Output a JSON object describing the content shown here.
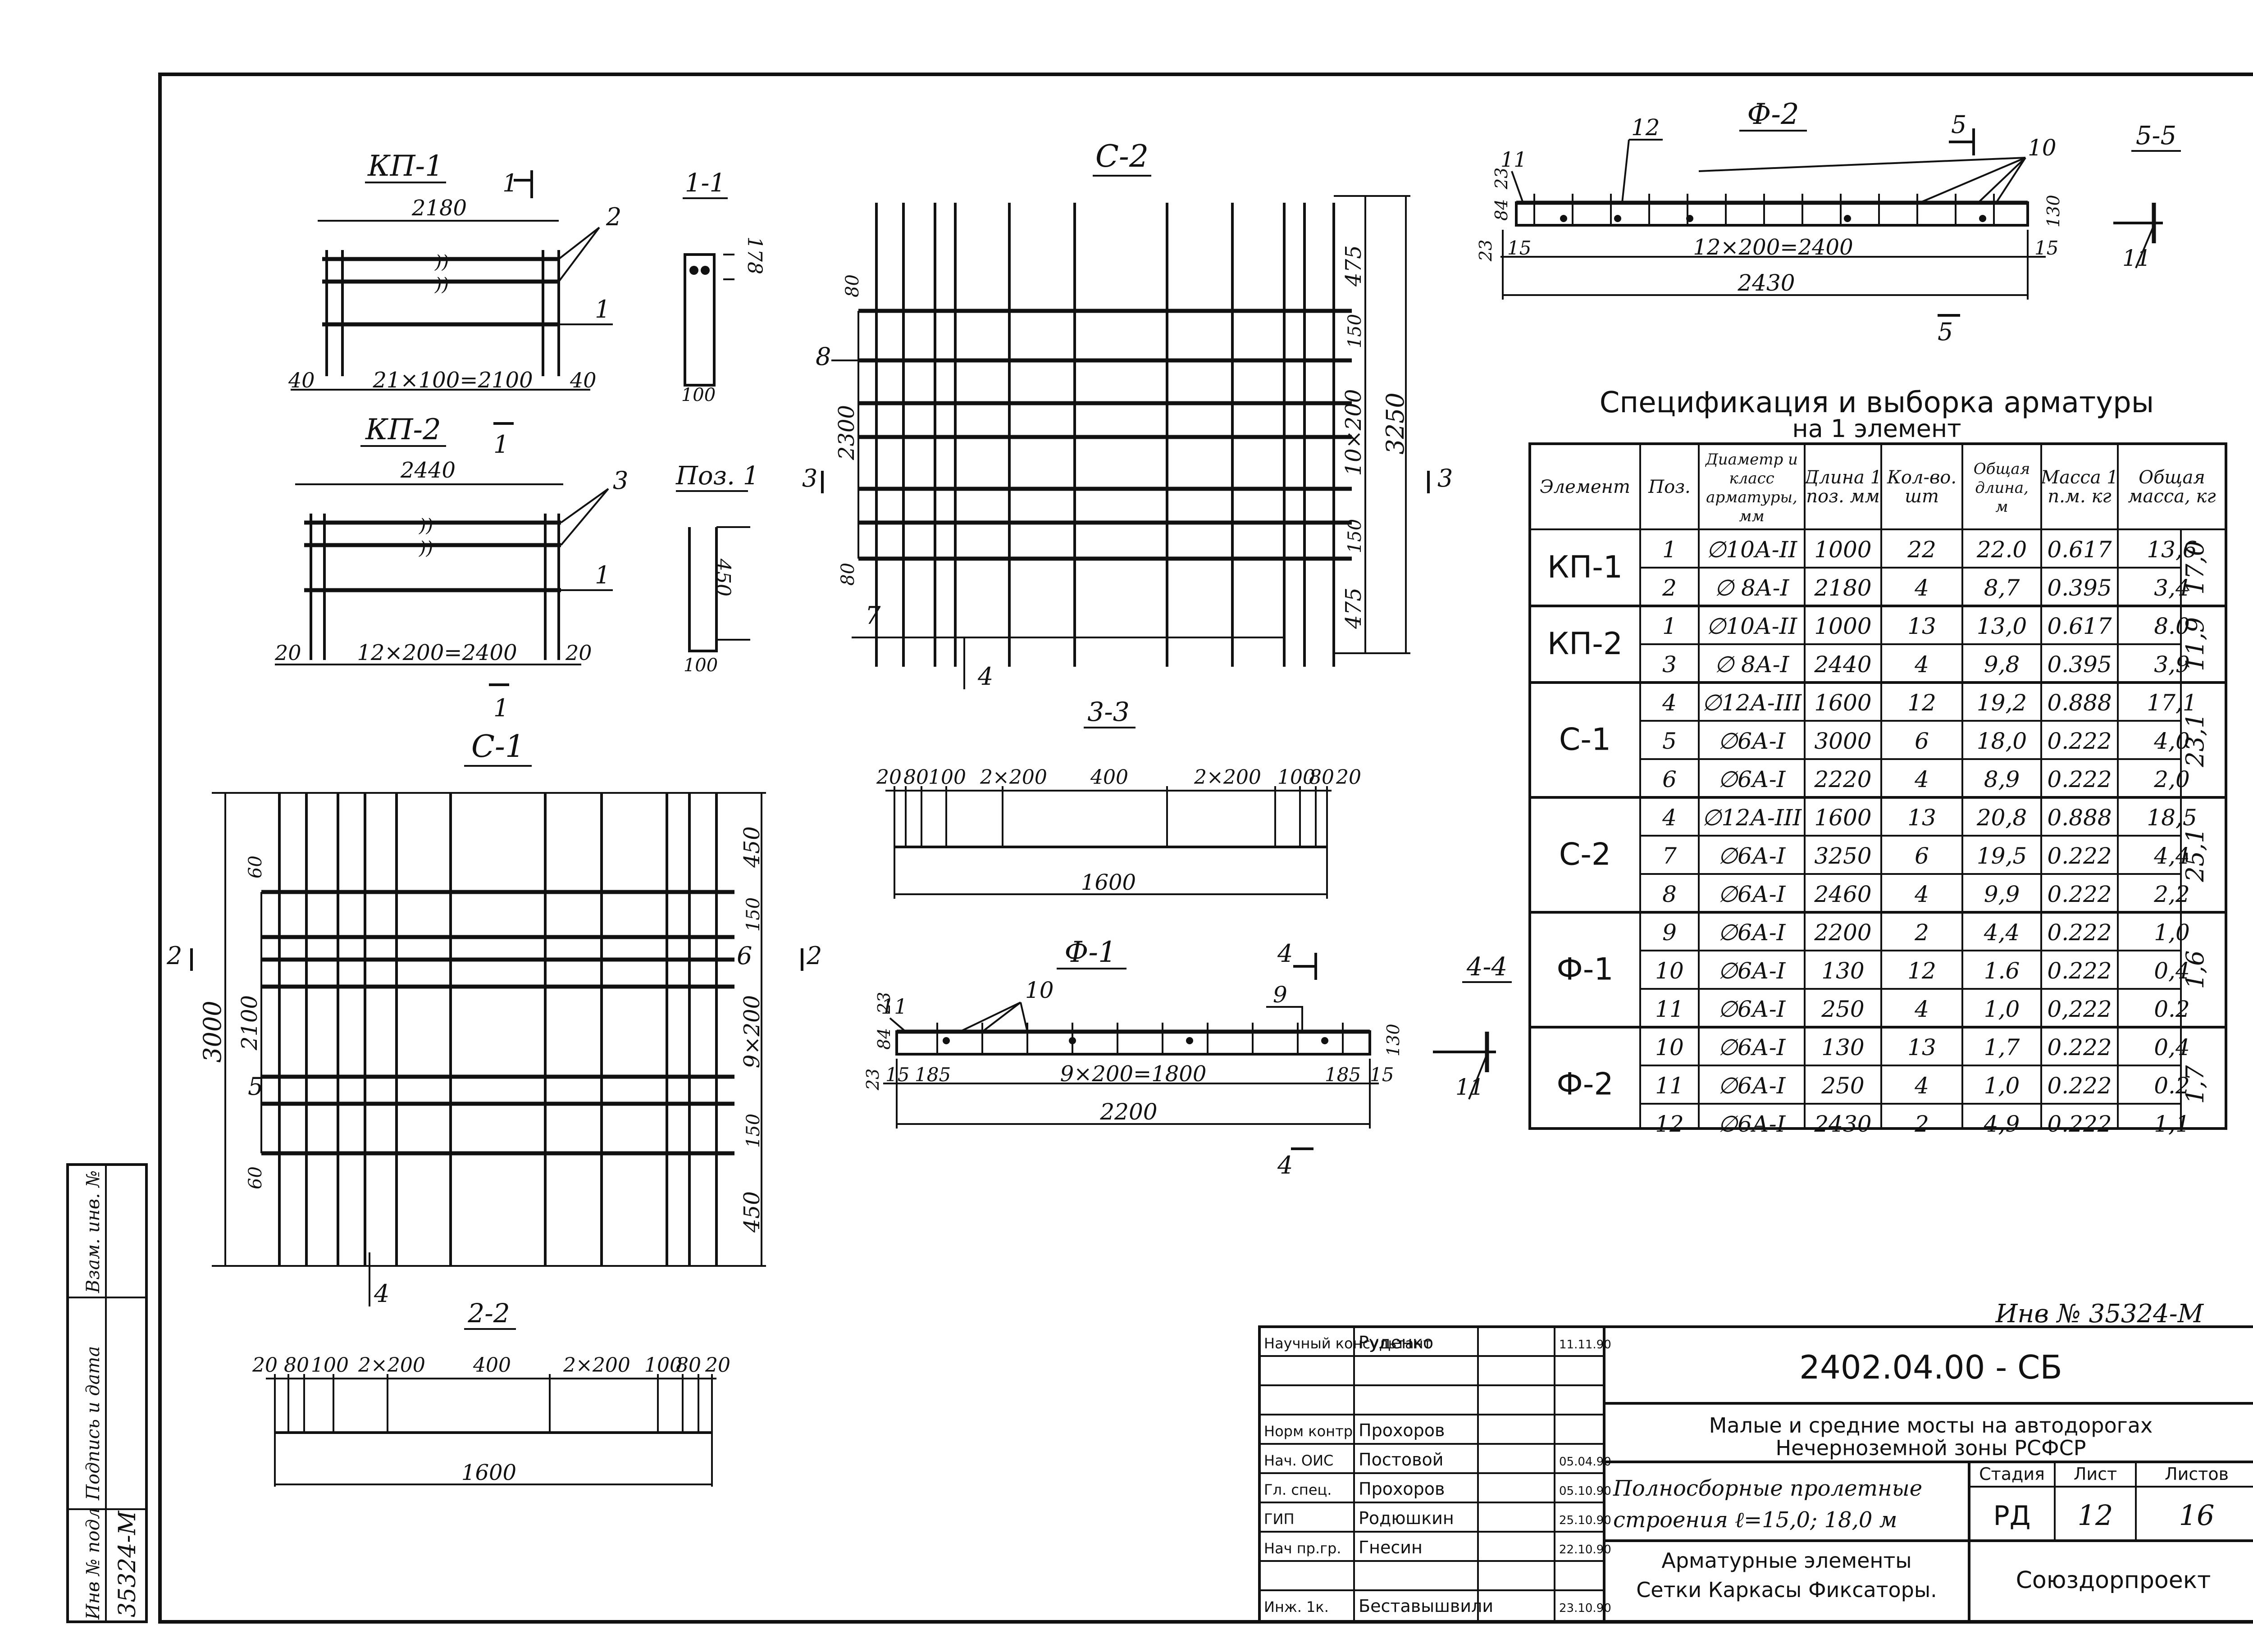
{
  "views": {
    "kp1": {
      "title": "КП-1",
      "section_mark": "1",
      "dim_total": "2180",
      "dim_pitch": "21×100=2100",
      "dim_edge_left": "40",
      "dim_edge_right": "40",
      "pos_bars": "2",
      "pos_rod": "1"
    },
    "sec11": {
      "title": "1-1",
      "dim_h": "178",
      "dim_w": "100"
    },
    "kp2": {
      "title": "КП-2",
      "section_mark": "1",
      "dim_total": "2440",
      "dim_pitch": "12×200=2400",
      "dim_edge_left": "20",
      "dim_edge_right": "20",
      "pos_bars": "3",
      "pos_rod": "1"
    },
    "pos1": {
      "title": "Поз. 1",
      "dim_h": "450",
      "dim_w": "100"
    },
    "c2": {
      "title": "С-2",
      "dim_top": "475",
      "dim_150a": "150",
      "dim_mid": "10×200",
      "dim_150b": "150",
      "dim_bottom": "475",
      "dim_total": "3250",
      "dim_2300": "2300",
      "dim_80a": "80",
      "dim_80b": "80",
      "pos_8": "8",
      "pos_7": "7",
      "pos_4": "4",
      "sec3": "3"
    },
    "c1": {
      "title": "С-1",
      "dim_top": "450",
      "dim_150a": "150",
      "dim_mid": "9×200",
      "dim_150b": "150",
      "dim_bottom": "450",
      "dim_total": "3000",
      "dim_2100": "2100",
      "dim_60a": "60",
      "dim_60b": "60",
      "pos_5": "5",
      "pos_6": "6",
      "pos_4": "4",
      "sec2": "2"
    },
    "s33": {
      "title": "3-3",
      "dims": [
        "20",
        "80",
        "100",
        "2×200",
        "400",
        "2×200",
        "100",
        "80",
        "20"
      ],
      "dim_total": "1600"
    },
    "s22": {
      "title": "2-2",
      "dims": [
        "20",
        "80",
        "100",
        "2×200",
        "400",
        "2×200",
        "100",
        "80",
        "20"
      ],
      "dim_total": "1600"
    },
    "f1": {
      "title": "Ф-1",
      "sec4": "4",
      "pos_11": "11",
      "pos_10": "10",
      "pos_9": "9",
      "dim_84": "84",
      "dim_23a": "23",
      "dim_23b": "23",
      "dim_15a": "15",
      "dim_15b": "15",
      "dim_185a": "185",
      "dim_185b": "185",
      "dim_pitch": "9×200=1800",
      "dim_130": "130",
      "dim_total": "2200"
    },
    "s44": {
      "title": "4-4",
      "pos": "11"
    },
    "f2": {
      "title": "Ф-2",
      "sec5": "5",
      "pos_11": "11",
      "pos_12": "12",
      "pos_10": "10",
      "dim_84": "84",
      "dim_23a": "23",
      "dim_23b": "23",
      "dim_15a": "15",
      "dim_15b": "15",
      "dim_pitch": "12×200=2400",
      "dim_130": "130",
      "dim_total": "2430"
    },
    "s55": {
      "title": "5-5",
      "pos": "11"
    }
  },
  "spec": {
    "title_line1": "Спецификация и выборка арматуры",
    "title_line2": "на 1 элемент",
    "headers": [
      "Элемент",
      "Поз.",
      "Диаметр и класс арматуры, мм",
      "Длина 1 поз. мм",
      "Кол-во. шт",
      "Общая длина, м",
      "Масса 1 п.м. кг",
      "Общая масса, кг"
    ],
    "groups": [
      {
        "element": "КП-1",
        "total": "17,0",
        "rows": [
          {
            "pos": "1",
            "dia": "∅10А-II",
            "len": "1000",
            "qty": "22",
            "tlen": "22.0",
            "mass": "0.617",
            "tmass": "13,6"
          },
          {
            "pos": "2",
            "dia": "∅ 8А-I",
            "len": "2180",
            "qty": "4",
            "tlen": "8,7",
            "mass": "0.395",
            "tmass": "3,4"
          }
        ]
      },
      {
        "element": "КП-2",
        "total": "11,9",
        "rows": [
          {
            "pos": "1",
            "dia": "∅10А-II",
            "len": "1000",
            "qty": "13",
            "tlen": "13,0",
            "mass": "0.617",
            "tmass": "8.0"
          },
          {
            "pos": "3",
            "dia": "∅ 8А-I",
            "len": "2440",
            "qty": "4",
            "tlen": "9,8",
            "mass": "0.395",
            "tmass": "3,9"
          }
        ]
      },
      {
        "element": "С-1",
        "total": "23,1",
        "rows": [
          {
            "pos": "4",
            "dia": "∅12А-III",
            "len": "1600",
            "qty": "12",
            "tlen": "19,2",
            "mass": "0.888",
            "tmass": "17,1"
          },
          {
            "pos": "5",
            "dia": "∅6А-I",
            "len": "3000",
            "qty": "6",
            "tlen": "18,0",
            "mass": "0.222",
            "tmass": "4,0"
          },
          {
            "pos": "6",
            "dia": "∅6А-I",
            "len": "2220",
            "qty": "4",
            "tlen": "8,9",
            "mass": "0.222",
            "tmass": "2,0"
          }
        ]
      },
      {
        "element": "С-2",
        "total": "25,1",
        "rows": [
          {
            "pos": "4",
            "dia": "∅12А-III",
            "len": "1600",
            "qty": "13",
            "tlen": "20,8",
            "mass": "0.888",
            "tmass": "18,5"
          },
          {
            "pos": "7",
            "dia": "∅6А-I",
            "len": "3250",
            "qty": "6",
            "tlen": "19,5",
            "mass": "0.222",
            "tmass": "4,4"
          },
          {
            "pos": "8",
            "dia": "∅6А-I",
            "len": "2460",
            "qty": "4",
            "tlen": "9,9",
            "mass": "0.222",
            "tmass": "2,2"
          }
        ]
      },
      {
        "element": "Ф-1",
        "total": "1,6",
        "rows": [
          {
            "pos": "9",
            "dia": "∅6А-I",
            "len": "2200",
            "qty": "2",
            "tlen": "4,4",
            "mass": "0.222",
            "tmass": "1,0"
          },
          {
            "pos": "10",
            "dia": "∅6А-I",
            "len": "130",
            "qty": "12",
            "tlen": "1.6",
            "mass": "0.222",
            "tmass": "0,4"
          },
          {
            "pos": "11",
            "dia": "∅6А-I",
            "len": "250",
            "qty": "4",
            "tlen": "1,0",
            "mass": "0,222",
            "tmass": "0.2"
          }
        ]
      },
      {
        "element": "Ф-2",
        "total": "1,7",
        "rows": [
          {
            "pos": "10",
            "dia": "∅6А-I",
            "len": "130",
            "qty": "13",
            "tlen": "1,7",
            "mass": "0.222",
            "tmass": "0,4"
          },
          {
            "pos": "11",
            "dia": "∅6А-I",
            "len": "250",
            "qty": "4",
            "tlen": "1,0",
            "mass": "0.222",
            "tmass": "0.2"
          },
          {
            "pos": "12",
            "dia": "∅6А-I",
            "len": "2430",
            "qty": "2",
            "tlen": "4,9",
            "mass": "0.222",
            "tmass": "1,1"
          }
        ]
      }
    ]
  },
  "inventory_note": "Инв № 35324-М",
  "title_block": {
    "signatures": [
      {
        "role": "Научный консультант",
        "name": "Руденко",
        "date": "11.11.90"
      },
      {
        "role": "",
        "name": "",
        "date": ""
      },
      {
        "role": "",
        "name": "",
        "date": ""
      },
      {
        "role": "Норм контр",
        "name": "Прохоров",
        "date": ""
      },
      {
        "role": "Нач. ОИС",
        "name": "Постовой",
        "date": "05.04.90"
      },
      {
        "role": "Гл. спец.",
        "name": "Прохоров",
        "date": "05.10.90"
      },
      {
        "role": "ГИП",
        "name": "Родюшкин",
        "date": "25.10.90"
      },
      {
        "role": "Нач пр.гр.",
        "name": "Гнесин",
        "date": "22.10.90"
      },
      {
        "role": "",
        "name": "",
        "date": ""
      },
      {
        "role": "Инж. 1к.",
        "name": "Беставышвили",
        "date": "23.10.90"
      }
    ],
    "doc_code": "2402.04.00 - СБ",
    "project_line1": "Малые и средние мосты на автодорогах",
    "project_line2": "Нечерноземной зоны РСФСР",
    "structure_line1": "Полносборные пролетные",
    "structure_line2": "строения ℓ=15,0; 18,0 м",
    "stage_label": "Стадия",
    "sheet_label": "Лист",
    "sheets_label": "Листов",
    "stage": "РД",
    "sheet": "12",
    "sheets": "16",
    "contents_line1": "Арматурные элементы",
    "contents_line2": "Сетки Каркасы Фиксаторы.",
    "organization": "Союздорпроект"
  },
  "side_stamp": {
    "labels": [
      "Инв № подл",
      "Подпись и дата",
      "Взам. инв. №"
    ],
    "inv_value": "35324-М"
  }
}
